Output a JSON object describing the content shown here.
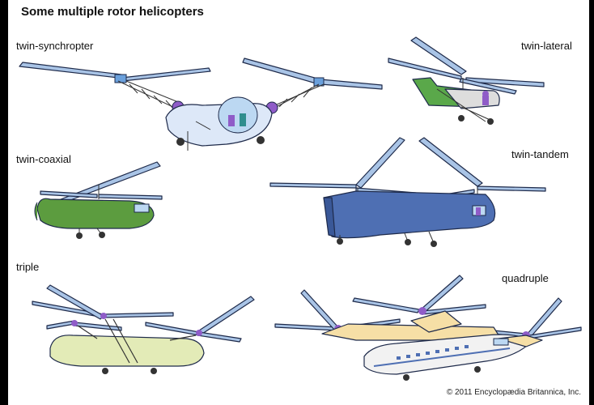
{
  "title": "Some multiple rotor helicopters",
  "labels": {
    "twin_synchropter": "twin-synchropter",
    "twin_lateral": "twin-lateral",
    "twin_coaxial": "twin-coaxial",
    "twin_tandem": "twin-tandem",
    "triple": "triple",
    "quadruple": "quadruple"
  },
  "copyright": "© 2011 Encyclopædia Britannica, Inc.",
  "colors": {
    "synchropter": "#dde8f8",
    "lateral": "#5aa84a",
    "coaxial": "#5c9c3f",
    "tandem": "#4e6fb3",
    "triple": "#e3ebb7",
    "quadruple": "#f6dfa6",
    "blade": "#a9c4e6"
  }
}
